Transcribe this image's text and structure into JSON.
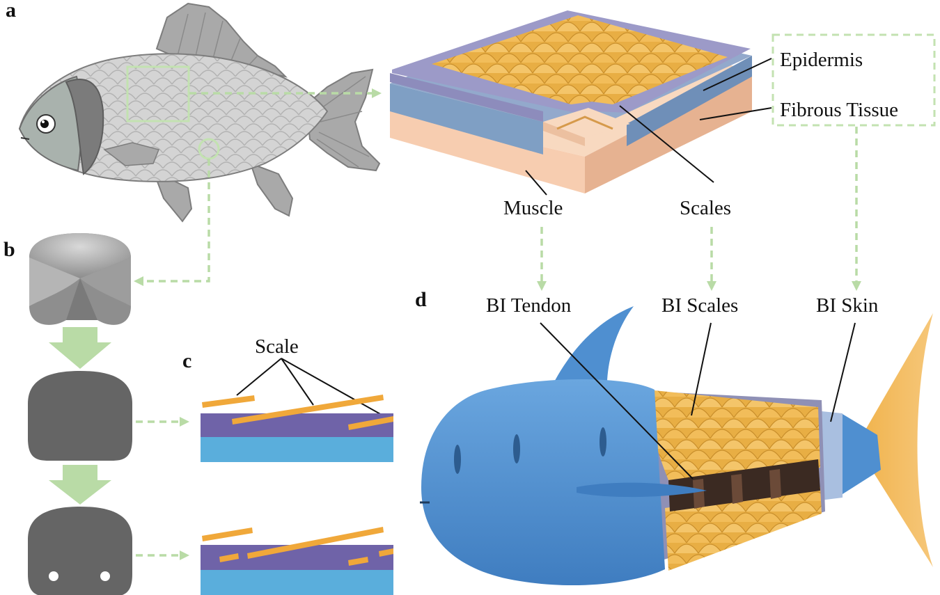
{
  "panels": {
    "a": "a",
    "b": "b",
    "c": "c",
    "d": "d"
  },
  "labels": {
    "epidermis": "Epidermis",
    "fibrous_tissue": "Fibrous Tissue",
    "muscle": "Muscle",
    "scales": "Scales",
    "bi_tendon": "BI Tendon",
    "bi_scales": "BI Scales",
    "bi_skin": "BI Skin",
    "scale": "Scale"
  },
  "colors": {
    "scale_orange": "#f2b54a",
    "epidermis_purple": "#8f8fbf",
    "fibrous_blue": "#7f9fc4",
    "muscle_peach": "#f4c6a4",
    "robot_blue": "#4f8fd0",
    "arrow_green": "#b9dba6",
    "layer_purple": "#6f63a8",
    "layer_blue": "#5aaedc",
    "fish_gray": "#d2d2d2",
    "cross_section_gray": "#666666"
  }
}
